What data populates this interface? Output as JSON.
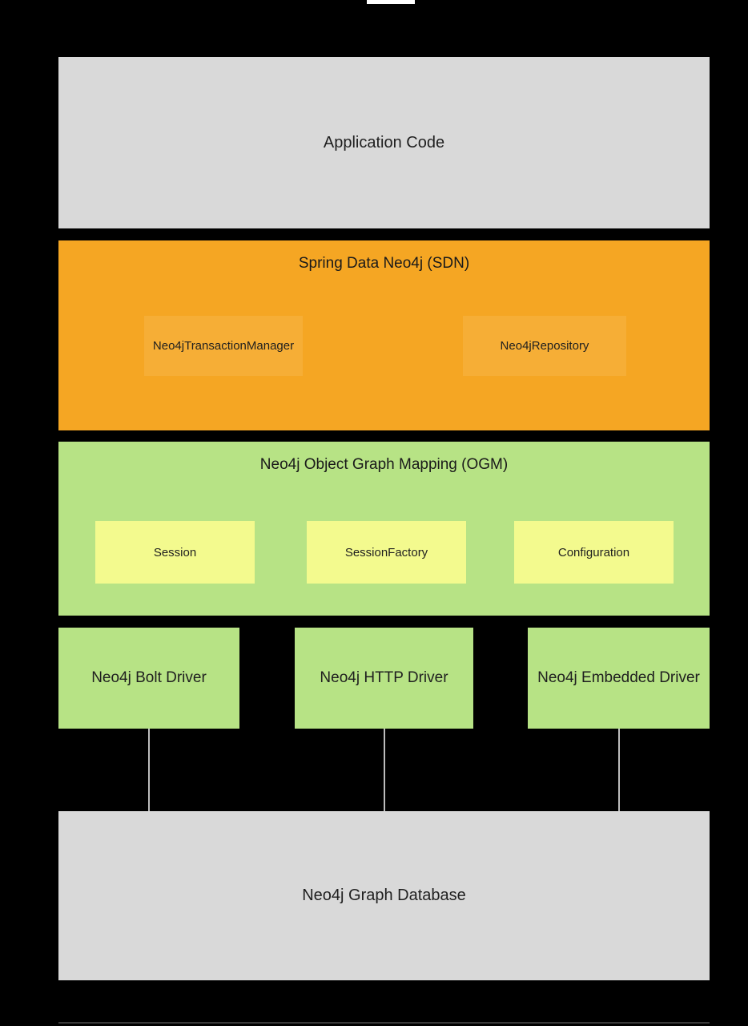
{
  "layers": {
    "application": {
      "label": "Application Code"
    },
    "sdn": {
      "title": "Spring Data Neo4j (SDN)",
      "components": [
        {
          "label": "Neo4jTransactionManager"
        },
        {
          "label": "Neo4jRepository"
        }
      ]
    },
    "ogm": {
      "title": "Neo4j Object Graph Mapping (OGM)",
      "components": [
        {
          "label": "Session"
        },
        {
          "label": "SessionFactory"
        },
        {
          "label": "Configuration"
        }
      ]
    },
    "drivers": [
      {
        "label": "Neo4j Bolt Driver"
      },
      {
        "label": "Neo4j HTTP Driver"
      },
      {
        "label": "Neo4j Embedded Driver"
      }
    ],
    "database": {
      "label": "Neo4j Graph Database"
    }
  },
  "colors": {
    "background": "#000000",
    "neutral_box": "#d9d9d9",
    "sdn_box": "#f5a623",
    "sdn_inner_box": "#f6ae36",
    "ogm_box": "#b7e385",
    "ogm_inner_box": "#f3fa8e",
    "text": "#1f1f1f",
    "connector": "#bdbdbd"
  }
}
